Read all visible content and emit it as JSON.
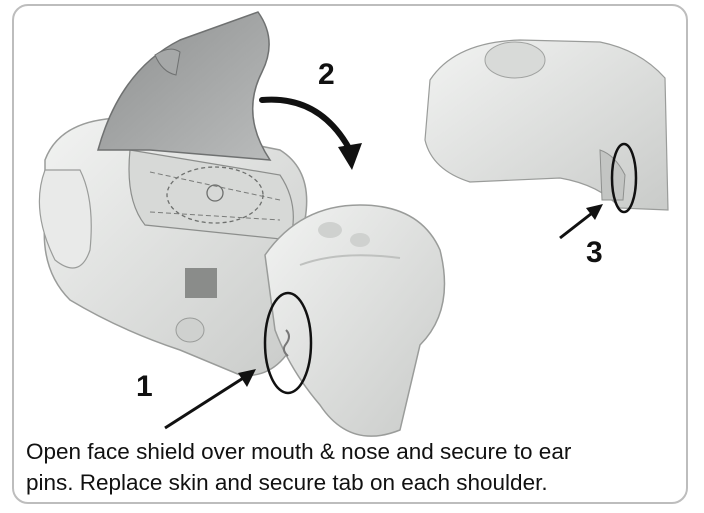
{
  "steps": {
    "one": "1",
    "two": "2",
    "three": "3"
  },
  "caption": {
    "line1": "Open face shield over mouth & nose and secure to ear",
    "line2": "pins. Replace skin and secure tab on each shoulder."
  },
  "colors": {
    "border": "#bdbdbd",
    "manikin": "#e2e4e2",
    "shadow": "#9a9c9a",
    "text": "#111111"
  },
  "illustration": {
    "subject": "CPR manikin with face shield"
  }
}
